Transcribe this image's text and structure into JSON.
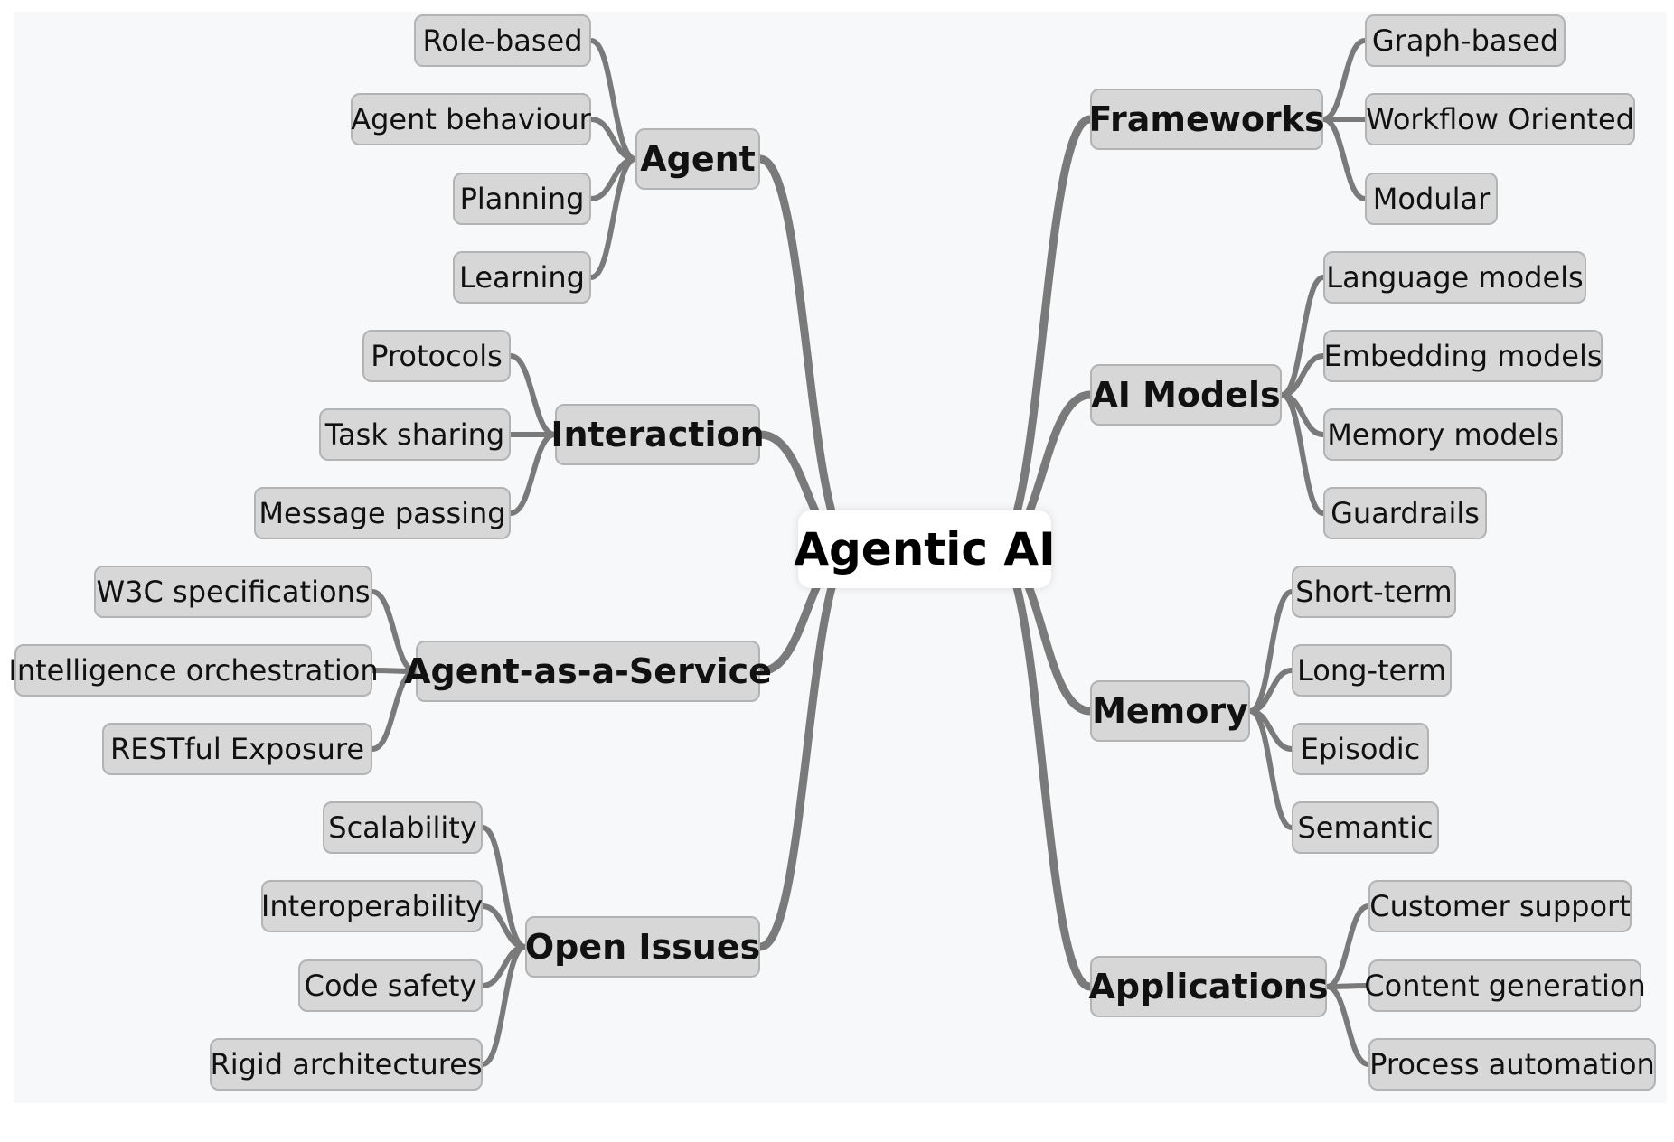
{
  "root": {
    "label": "Agentic AI"
  },
  "colors": {
    "link": "#7a7a7a",
    "node_fill": "#d7d7d7",
    "node_border": "#b3b3b3",
    "background": "#f7f8fa"
  },
  "branches": {
    "agent": {
      "label": "Agent",
      "children": [
        "Role-based",
        "Agent behaviour",
        "Planning",
        "Learning"
      ]
    },
    "interaction": {
      "label": "Interaction",
      "children": [
        "Protocols",
        "Task sharing",
        "Message passing"
      ]
    },
    "aaas": {
      "label": "Agent-as-a-Service",
      "children": [
        "W3C specifications",
        "Intelligence orchestration",
        "RESTful Exposure"
      ]
    },
    "open_issues": {
      "label": "Open Issues",
      "children": [
        "Scalability",
        "Interoperability",
        "Code safety",
        "Rigid architectures"
      ]
    },
    "frameworks": {
      "label": "Frameworks",
      "children": [
        "Graph-based",
        "Workflow Oriented",
        "Modular"
      ]
    },
    "ai_models": {
      "label": "AI Models",
      "children": [
        "Language models",
        "Embedding models",
        "Memory models",
        "Guardrails"
      ]
    },
    "memory": {
      "label": "Memory",
      "children": [
        "Short-term",
        "Long-term",
        "Episodic",
        "Semantic"
      ]
    },
    "applications": {
      "label": "Applications",
      "children": [
        "Customer support",
        "Content generation",
        "Process automation"
      ]
    }
  }
}
